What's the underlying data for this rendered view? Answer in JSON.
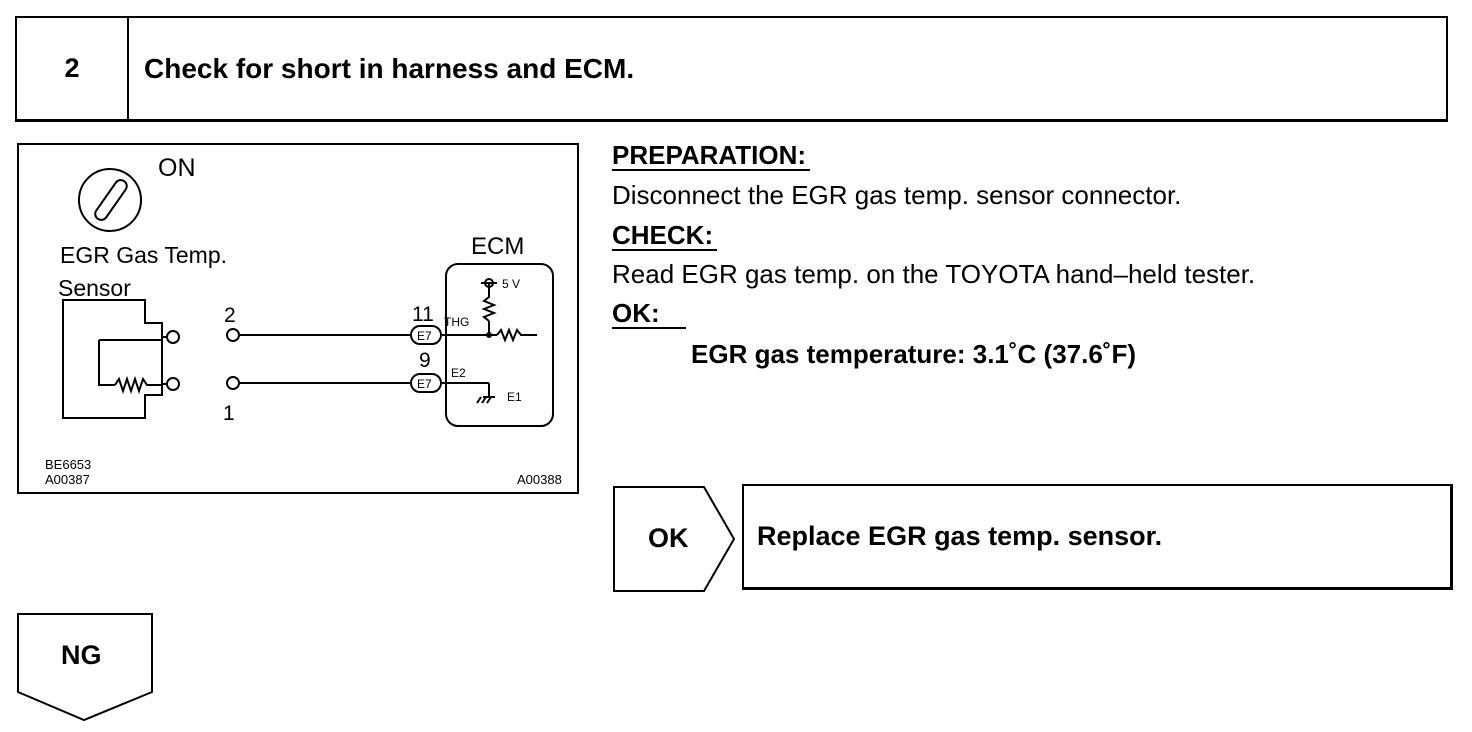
{
  "step": {
    "number": "2",
    "title": "Check for short in harness and ECM."
  },
  "diagram": {
    "switch_label": "ON",
    "sensor_label_line1": "EGR Gas Temp.",
    "sensor_label_line2": "Sensor",
    "ecm_label": "ECM",
    "pin2": "2",
    "pin1": "1",
    "pin11": "11",
    "pin9": "9",
    "connector_top": "E7",
    "connector_bottom": "E7",
    "sig_thg": "THG",
    "sig_e2": "E2",
    "sig_e1": "E1",
    "supply": "5 V",
    "code_left_1": "BE6653",
    "code_left_2": "A00387",
    "code_right": "A00388"
  },
  "instructions": {
    "preparation_heading": "PREPARATION:",
    "preparation_text": "Disconnect the EGR gas temp. sensor connector.",
    "check_heading": "CHECK:",
    "check_text": "Read EGR gas temp. on the TOYOTA hand–held tester.",
    "ok_heading": "OK:",
    "ok_spec": "EGR gas temperature: 3.1˚C (37.6˚F)"
  },
  "ok_branch": {
    "label": "OK",
    "result": "Replace EGR gas temp. sensor."
  },
  "ng_branch": {
    "label": "NG"
  }
}
